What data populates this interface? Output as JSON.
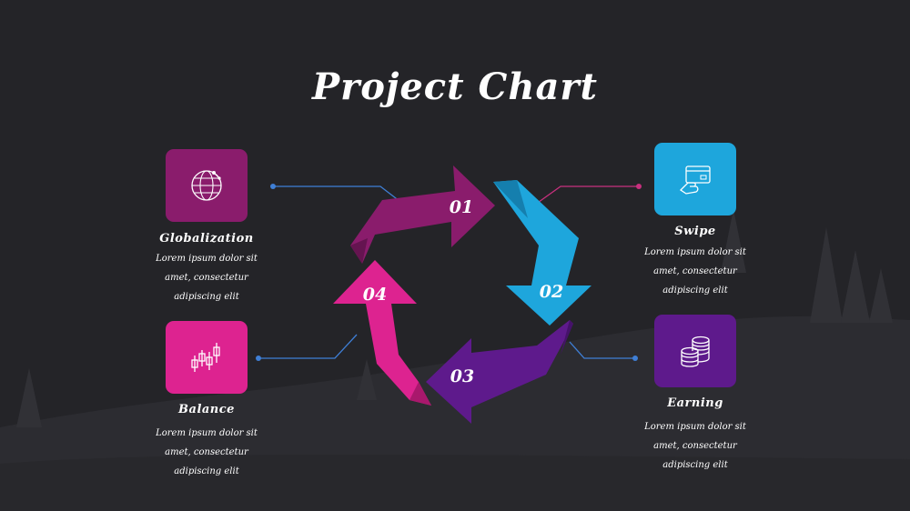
{
  "title": "Project Chart",
  "colors": {
    "background": "#242428",
    "purple_dark": "#8a1c6c",
    "blue": "#1ea6dc",
    "violet": "#5e1a8c",
    "magenta": "#dd2390",
    "connector_blue": "#3f7fd6",
    "connector_pink": "#c8307e"
  },
  "steps": [
    {
      "number": "01"
    },
    {
      "number": "02"
    },
    {
      "number": "03"
    },
    {
      "number": "04"
    }
  ],
  "items": {
    "globalization": {
      "icon": "globe-network-icon",
      "title": "Globalization",
      "desc_lines": [
        "Lorem ipsum dolor sit",
        "amet, consectetur",
        "adipiscing elit"
      ]
    },
    "swipe": {
      "icon": "card-swipe-icon",
      "title": "Swipe",
      "desc_lines": [
        "Lorem ipsum dolor sit",
        "amet, consectetur",
        "adipiscing elit"
      ]
    },
    "balance": {
      "icon": "candlestick-chart-icon",
      "title": "Balance",
      "desc_lines": [
        "Lorem ipsum dolor sit",
        "amet, consectetur",
        "adipiscing elit"
      ]
    },
    "earning": {
      "icon": "coins-stack-icon",
      "title": "Earning",
      "desc_lines": [
        "Lorem ipsum dolor sit",
        "amet, consectetur",
        "adipiscing elit"
      ]
    }
  }
}
